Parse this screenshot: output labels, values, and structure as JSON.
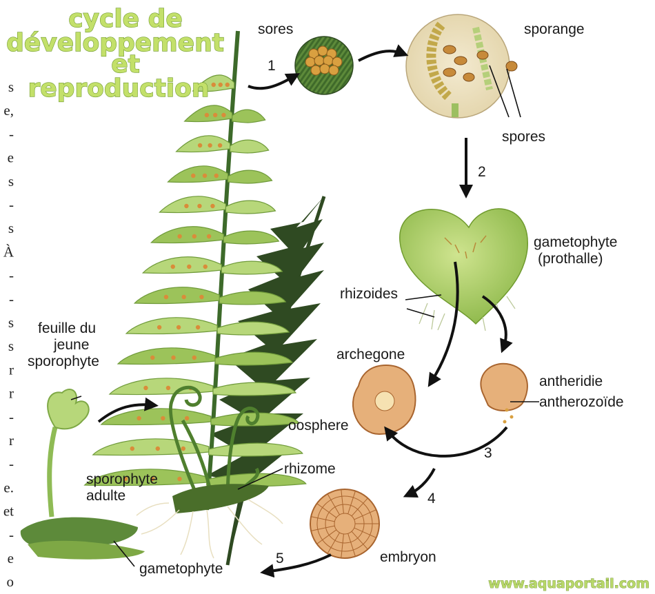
{
  "title": {
    "line1": "cycle de",
    "line2": "développement",
    "line3": "et",
    "line4": "reproduction"
  },
  "labels": {
    "sores": "sores",
    "sporange": "sporange",
    "spores": "spores",
    "gametophyte_prothalle_1": "gametophyte",
    "gametophyte_prothalle_2": "(prothalle)",
    "rhizoides": "rhizoides",
    "archegone": "archegone",
    "antheridie": "antheridie",
    "antherozoide": "antherozoïde",
    "oosphere": "oosphere",
    "embryon": "embryon",
    "rhizome": "rhizome",
    "sporophyte_adulte_1": "sporophyte",
    "sporophyte_adulte_2": "adulte",
    "feuille_1": "feuille du",
    "feuille_2": "jeune",
    "feuille_3": "sporophyte",
    "gametophyte": "gametophyte"
  },
  "steps": [
    "1",
    "2",
    "3",
    "4",
    "5"
  ],
  "watermark": "www.aquaportail.com",
  "edge_text": [
    "s",
    "e,",
    "-",
    "e",
    "s",
    "-",
    "s",
    "À",
    "-",
    "-",
    "s",
    "s",
    "r",
    "r",
    "-",
    "r",
    "-",
    "e.",
    "et",
    "-",
    "e",
    "o"
  ],
  "colors": {
    "frond_light": "#9cc35a",
    "frond_mid": "#6f9a3a",
    "frond_dark": "#2f4a22",
    "sori": "#d98c3a",
    "cell_fill": "#e6b07a",
    "cell_stroke": "#a8642e",
    "prothalle": "#b4d56a"
  }
}
